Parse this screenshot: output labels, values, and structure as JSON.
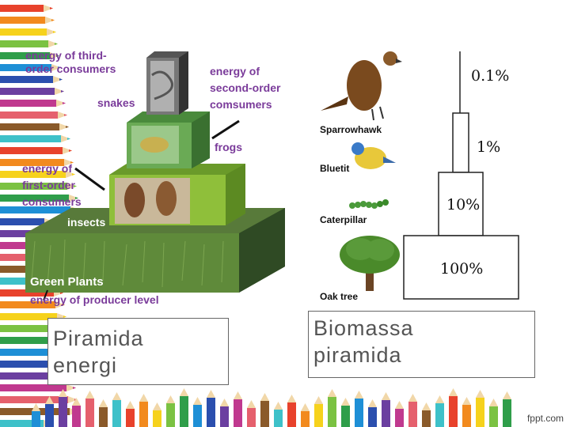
{
  "energy_pyramid": {
    "labels": {
      "third_order": "energy of third-\norder consumers",
      "snakes": "snakes",
      "second_order": "energy of\nsecond-order\ncomsumers",
      "frogs": "frogs",
      "first_order": "energy of\nfirst-order\nconsumers",
      "insects": "insects",
      "green_plants": "Green Plants",
      "producer": "energy of producer level"
    },
    "caption": "Piramida\nenergi"
  },
  "biomass_pyramid": {
    "levels": [
      {
        "organism": "Sparrowhawk",
        "percent": "0.1%"
      },
      {
        "organism": "Bluetit",
        "percent": "1%"
      },
      {
        "organism": "Caterpillar",
        "percent": "10%"
      },
      {
        "organism": "Oak tree",
        "percent": "100%"
      }
    ],
    "caption": "Biomassa\npiramida"
  },
  "footer": "fppt.com",
  "colors": {
    "label_purple": "#7a3b9a",
    "green_block": "#4a8a3c",
    "plant_base": "#6b8f3e",
    "caption_text": "#555555"
  }
}
